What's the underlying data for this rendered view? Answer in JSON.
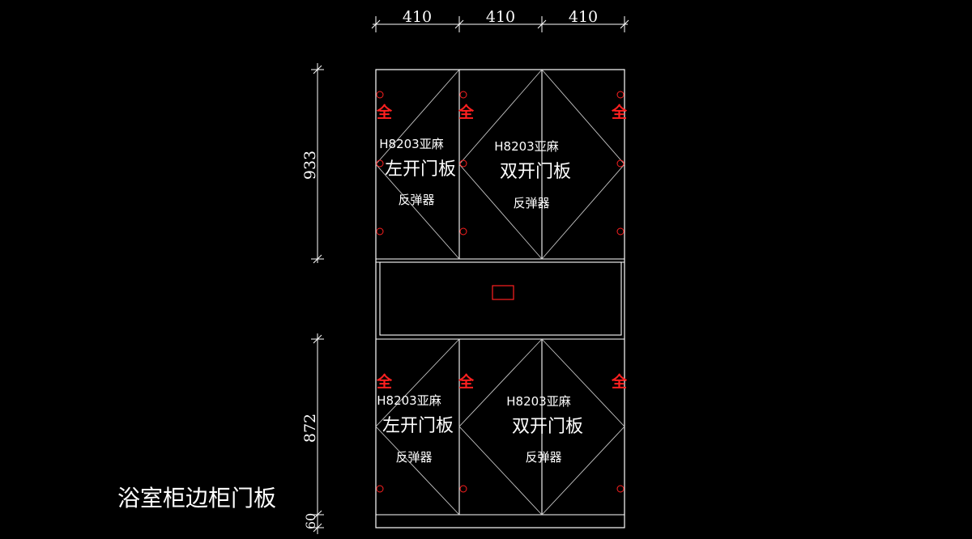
{
  "title": "浴室柜边柜门板",
  "dims": {
    "top": [
      "410",
      "410",
      "410"
    ],
    "upper_height": "933",
    "lower_height": "872",
    "plinth_height": "60"
  },
  "hinge_mark": "全",
  "upper": {
    "left": {
      "material": "H8203亚麻",
      "type": "左开门板",
      "fitting": "反弹器"
    },
    "right": {
      "material": "H8203亚麻",
      "type": "双开门板",
      "fitting": "反弹器"
    }
  },
  "lower": {
    "left": {
      "material": "H8203亚麻",
      "type": "左开门板",
      "fitting": "反弹器"
    },
    "right": {
      "material": "H8203亚麻",
      "type": "双开门板",
      "fitting": "反弹器"
    }
  },
  "colors": {
    "line": "#ffffff",
    "door_line": "#c8c8c8",
    "mark": "#ff2020",
    "background": "#000000"
  }
}
